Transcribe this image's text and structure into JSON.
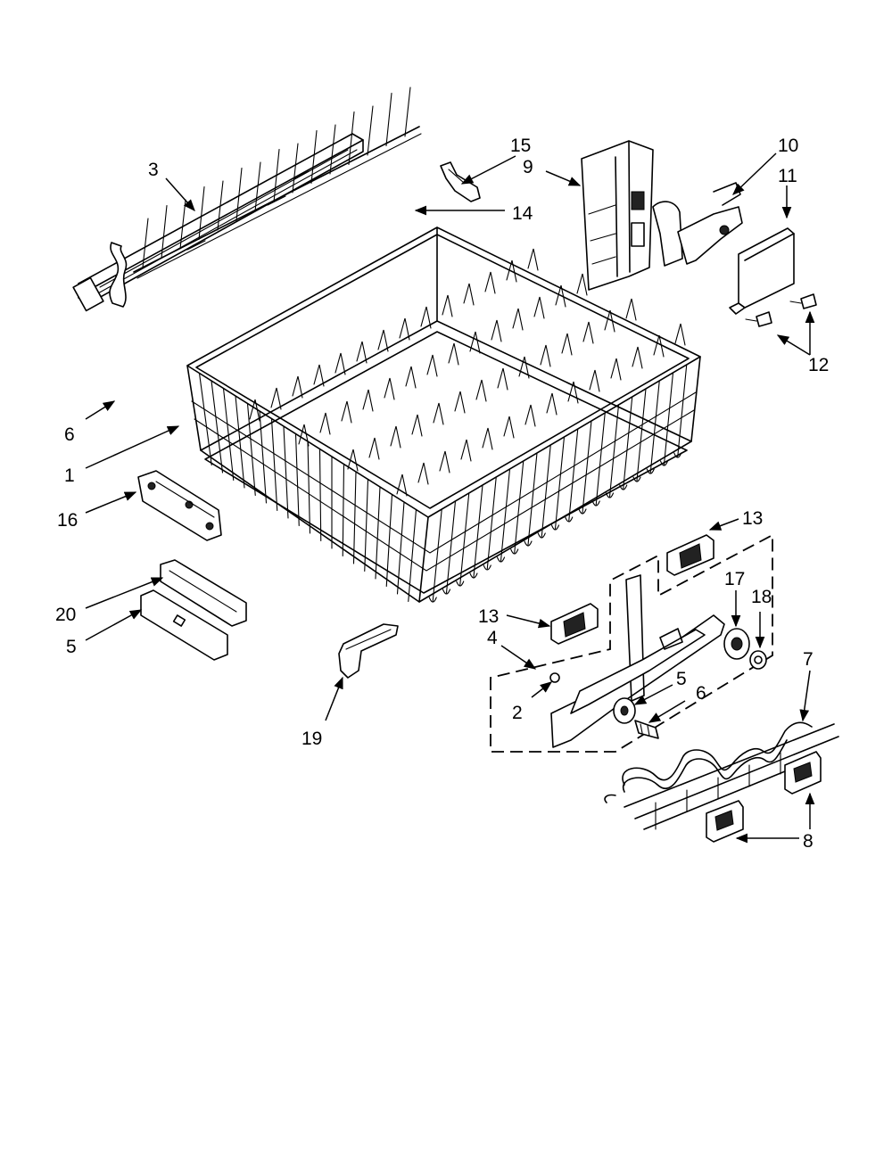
{
  "callouts": [
    {
      "id": "c1",
      "label": "1"
    },
    {
      "id": "c2",
      "label": "2"
    },
    {
      "id": "c3",
      "label": "3"
    },
    {
      "id": "c4",
      "label": "4"
    },
    {
      "id": "c5a",
      "label": "5"
    },
    {
      "id": "c5b",
      "label": "5"
    },
    {
      "id": "c6a",
      "label": "6"
    },
    {
      "id": "c6b",
      "label": "6"
    },
    {
      "id": "c7",
      "label": "7"
    },
    {
      "id": "c8",
      "label": "8"
    },
    {
      "id": "c9",
      "label": "9"
    },
    {
      "id": "c10",
      "label": "10"
    },
    {
      "id": "c11",
      "label": "11"
    },
    {
      "id": "c12",
      "label": "12"
    },
    {
      "id": "c13a",
      "label": "13"
    },
    {
      "id": "c13b",
      "label": "13"
    },
    {
      "id": "c14",
      "label": "14"
    },
    {
      "id": "c15",
      "label": "15"
    },
    {
      "id": "c16",
      "label": "16"
    },
    {
      "id": "c17",
      "label": "17"
    },
    {
      "id": "c18",
      "label": "18"
    },
    {
      "id": "c19",
      "label": "19"
    },
    {
      "id": "c20",
      "label": "20"
    }
  ]
}
